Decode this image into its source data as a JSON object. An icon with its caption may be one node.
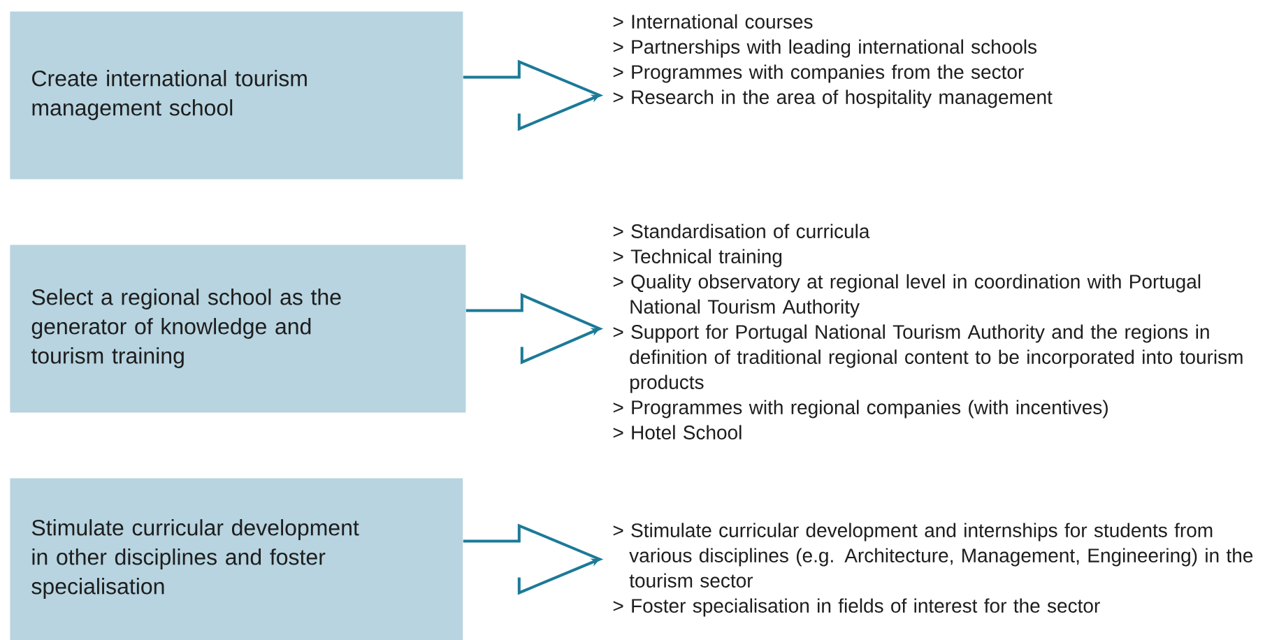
{
  "diagram": {
    "nodes": [
      {
        "text": [
          "Create international tourism management school"
        ]
      },
      {
        "text": [
          "Select a regional school as the generator of knowledge and tourism training"
        ]
      },
      {
        "text": [
          "Stimulate curricular development in other disciplines and foster specialisation"
        ]
      },
      {
        "text": [
          "> International courses",
          "> Partnerships with leading international schools",
          "> Programmes with companies from the sector",
          "> Research in the area of hospitality management"
        ]
      },
      {
        "text": [
          "> Standardisation of curricula",
          "> Technical training",
          "> Quality observatory at regional level in coordination with Portugal National Tourism Authority",
          "> Support for Portugal National Tourism Authority and the regions in definition of traditional regional content to be incorporated into tourism products",
          "> Programmes with regional companies (with incentives)",
          "> Hotel School"
        ]
      },
      {
        "text": [
          "> Stimulate curricular development and internships for students from various disciplines (e.g. Architecture, Management, Engineering) in the tourism sector",
          "> Foster specialisation in fields of interest for the sector"
        ]
      }
    ],
    "edges": [
      {
        "from": 0,
        "to": 3,
        "arrow": "to"
      },
      {
        "from": 1,
        "to": 4,
        "arrow": "to"
      },
      {
        "from": 2,
        "to": 5,
        "arrow": "to"
      }
    ]
  }
}
